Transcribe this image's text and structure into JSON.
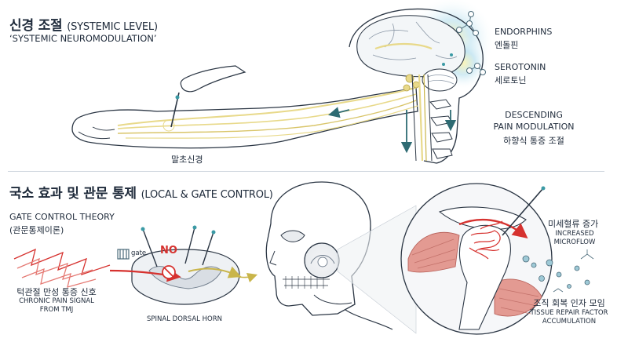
{
  "top": {
    "title": "신경 조절",
    "title_en": "(SYSTEMIC LEVEL)",
    "subtitle": "‘SYSTEMIC NEUROMODULATION’",
    "endorphins_en": "ENDORPHINS",
    "endorphins_ko": "엔돌핀",
    "serotonin_en": "SEROTONIN",
    "serotonin_ko": "세로토닌",
    "descending_line1": "DESCENDING",
    "descending_line2": "PAIN MODULATION",
    "descending_ko": "하향식 통증 조절",
    "peripheral_nerve": "말초신경"
  },
  "bottom": {
    "title": "국소 효과 및 관문 통제",
    "title_en": "(LOCAL & GATE CONTROL)",
    "gate_theory": "GATE CONTROL THEORY",
    "gate_theory_ko": "(관문통제이론)",
    "gate_label": "gate",
    "no_label": "NO",
    "tmj_signal_ko": "턱관절 만성 통증 신호",
    "tmj_signal_en1": "CHRONIC PAIN SIGNAL",
    "tmj_signal_en2": "FROM TMJ",
    "dorsal_horn": "SPINAL DORSAL HORN",
    "microflow_ko": "미세혈류 증가",
    "microflow_en1": "INCREASED",
    "microflow_en2": "MICROFLOW",
    "repair_ko": "조직 회복 인자 모임",
    "repair_en1": "TISSUE REPAIR FACTOR",
    "repair_en2": "ACCUMULATION"
  },
  "colors": {
    "ink": "#1e2a3a",
    "nerve_yellow": "#e8d98a",
    "arrow_teal": "#2e6b73",
    "pain_red": "#d6322f",
    "glow_blue": "#bfe3f0",
    "muscle": "#e39a92"
  },
  "icons": [
    "needle-icon",
    "brain-illustration",
    "spinal-cord-illustration",
    "skull-illustration",
    "molecule-icon",
    "no-symbol-icon",
    "gate-icon"
  ]
}
